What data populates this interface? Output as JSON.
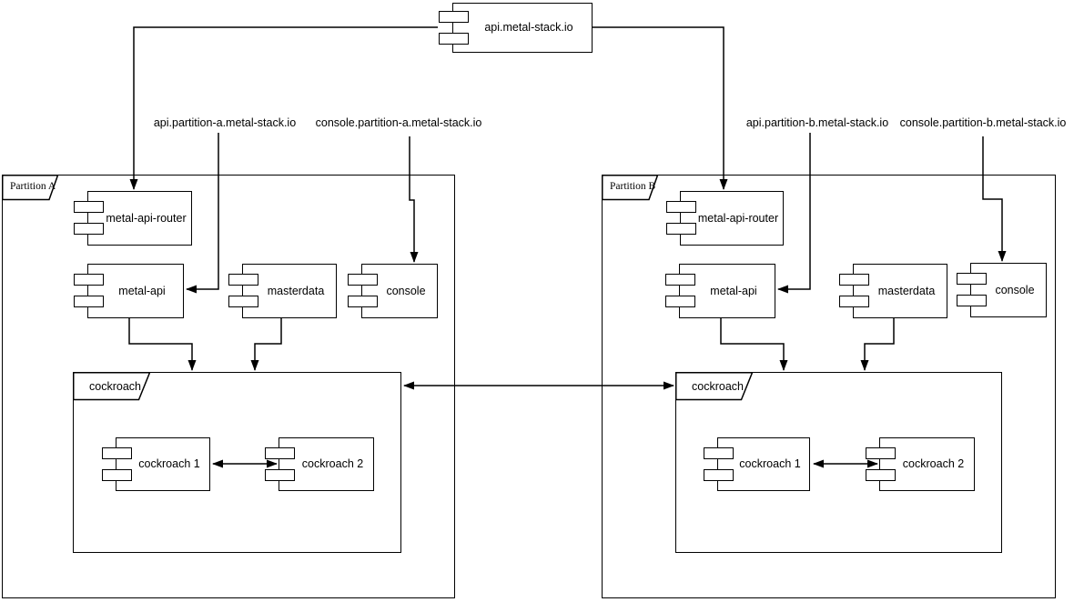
{
  "colors": {
    "stroke": "#000000",
    "fill": "#ffffff",
    "background": "#ffffff"
  },
  "top_component": {
    "label": "api.metal-stack.io"
  },
  "dns_labels": {
    "api_a": "api.partition-a.metal-stack.io",
    "console_a": "console.partition-a.metal-stack.io",
    "api_b": "api.partition-b.metal-stack.io",
    "console_b": "console.partition-b.metal-stack.io"
  },
  "partition_a": {
    "label": "Partition A",
    "components": {
      "router": "metal-api-router",
      "api": "metal-api",
      "masterdata": "masterdata",
      "console": "console"
    },
    "db_cluster": {
      "label": "cockroach",
      "node1": "cockroach 1",
      "node2": "cockroach 2"
    }
  },
  "partition_b": {
    "label": "Partition B",
    "components": {
      "router": "metal-api-router",
      "api": "metal-api",
      "masterdata": "masterdata",
      "console": "console"
    },
    "db_cluster": {
      "label": "cockroach",
      "node1": "cockroach 1",
      "node2": "cockroach 2"
    }
  }
}
